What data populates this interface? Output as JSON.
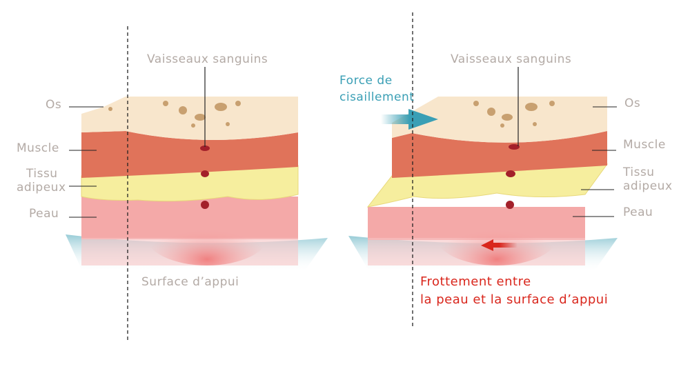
{
  "left_panel": {
    "labels": {
      "vessels": "Vaisseaux sanguins",
      "bone": "Os",
      "muscle": "Muscle",
      "fat_line1": "Tissu",
      "fat_line2": "adipeux",
      "skin": "Peau",
      "surface": "Surface d’appui"
    }
  },
  "right_panel": {
    "labels": {
      "vessels": "Vaisseaux sanguins",
      "shear_line1": "Force de",
      "shear_line2": "cisaillement",
      "bone": "Os",
      "muscle": "Muscle",
      "fat_line1": "Tissu",
      "fat_line2": "adipeux",
      "skin": "Peau",
      "friction_line1": "Frottement entre",
      "friction_line2": "la peau et la surface d’appui"
    }
  },
  "colors": {
    "label": "#b3aaa5",
    "shear": "#3a9fb5",
    "friction": "#d9261c",
    "bone": "#f8e6cc",
    "muscle": "#e0735a",
    "fat": "#f6ee9e",
    "skin": "#f4a9a8"
  }
}
